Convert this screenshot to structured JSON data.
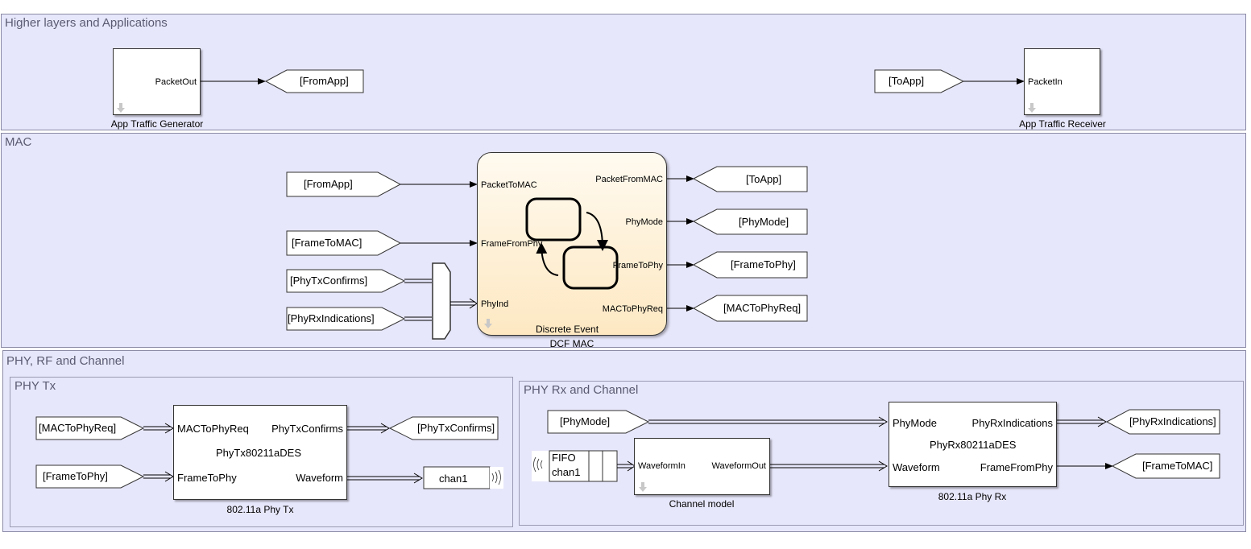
{
  "areas": {
    "higher": "Higher layers and Applications",
    "mac": "MAC",
    "phy": "PHY, RF and Channel",
    "phy_tx": "PHY Tx",
    "phy_rx": "PHY Rx and Channel"
  },
  "blocks": {
    "app_gen": {
      "port_out": "PacketOut",
      "label": "App Traffic Generator"
    },
    "app_recv": {
      "port_in": "PacketIn",
      "label": "App Traffic Receiver"
    },
    "dcf_mac": {
      "in_packet": "PacketToMAC",
      "in_frame": "FrameFromPhy",
      "in_phyind": "PhyInd",
      "out_packet": "PacketFromMAC",
      "out_mode": "PhyMode",
      "out_frame": "FrameToPhy",
      "out_req": "MACToPhyReq",
      "inner_text": "Discrete Event",
      "label": "DCF MAC"
    },
    "phy_tx": {
      "in_req": "MACToPhyReq",
      "in_frame": "FrameToPhy",
      "out_confirms": "PhyTxConfirms",
      "out_waveform": "Waveform",
      "center": "PhyTx80211aDES",
      "label": "802.11a Phy Tx"
    },
    "channel": {
      "in": "WaveformIn",
      "out": "WaveformOut",
      "label": "Channel model"
    },
    "phy_rx": {
      "in_mode": "PhyMode",
      "in_waveform": "Waveform",
      "out_ind": "PhyRxIndications",
      "out_frame": "FrameFromPhy",
      "center": "PhyRx80211aDES",
      "label": "802.11a Phy Rx"
    },
    "fifo": {
      "line1": "FIFO",
      "line2": "chan1"
    },
    "chan_out": {
      "text": "chan1"
    }
  },
  "tags": {
    "goto_fromapp": "[FromApp]",
    "from_toapp": "[ToApp]",
    "mac_from_fromapp": "[FromApp]",
    "mac_from_frametomac": "[FrameToMAC]",
    "mac_from_phytxconfirms": "[PhyTxConfirms]",
    "mac_from_phyrxind": "[PhyRxIndications]",
    "mac_goto_toapp": "[ToApp]",
    "mac_goto_phymode": "[PhyMode]",
    "mac_goto_frametophy": "[FrameToPhy]",
    "mac_goto_mactophyreq": "[MACToPhyReq]",
    "tx_from_mactophyreq": "[MACToPhyReq]",
    "tx_from_frametophy": "[FrameToPhy]",
    "tx_goto_phytxconfirms": "[PhyTxConfirms]",
    "rx_from_phymode": "[PhyMode]",
    "rx_goto_phyrxind": "[PhyRxIndications]",
    "rx_goto_frametomac": "[FrameToMAC]"
  },
  "colors": {
    "area_fill": "#e7e7fb",
    "area_border": "#8a8aa6",
    "block_fill": "#ffffff",
    "dcf_fill": "#fde8c2"
  }
}
